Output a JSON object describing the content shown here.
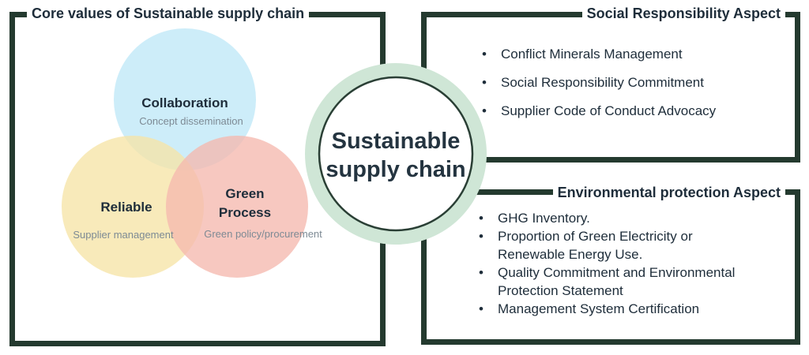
{
  "core_values": {
    "title_prefix": "Core values of ",
    "title_bold": "Sustainable supply chain",
    "circles": [
      {
        "key": "collaboration",
        "title_lines": [
          "Collaboration"
        ],
        "subtitle": "Concept dissemination",
        "color": "#bfe8f7"
      },
      {
        "key": "reliable",
        "title_lines": [
          "Reliable"
        ],
        "subtitle": "Supplier management",
        "color": "#f6e4a6"
      },
      {
        "key": "green",
        "title_lines": [
          "Green",
          "Process"
        ],
        "subtitle": "Green policy/procurement",
        "color": "#f5b8ae"
      }
    ]
  },
  "center": {
    "lines": [
      "Sustainable",
      "supply chain"
    ],
    "ring_color": "#cfe6d6",
    "border_color": "#2a3f35"
  },
  "social": {
    "title": "Social Responsibility Aspect",
    "items": [
      "Conflict Minerals Management",
      "Social Responsibility Commitment",
      "Supplier Code of Conduct Advocacy"
    ]
  },
  "environmental": {
    "title": "Environmental protection Aspect",
    "items": [
      [
        "GHG Inventory."
      ],
      [
        "Proportion of Green Electricity or",
        "Renewable Energy Use."
      ],
      [
        "Quality Commitment and Environmental",
        "Protection Statement"
      ],
      [
        "Management System Certification"
      ]
    ]
  },
  "colors": {
    "frame": "#243a2f",
    "text": "#1e2d3a",
    "subtitle": "#7d8a94"
  }
}
